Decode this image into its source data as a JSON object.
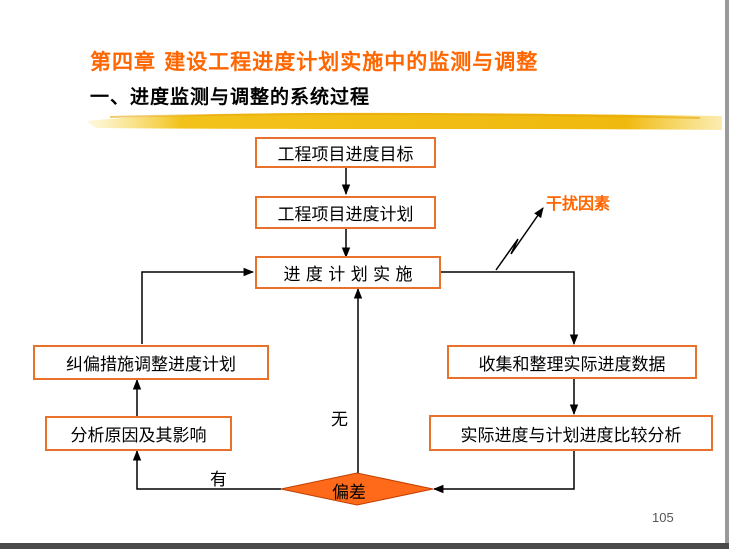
{
  "slide": {
    "title": "第四章 建设工程进度计划实施中的监测与调整",
    "subtitle": "一、进度监测与调整的系统过程",
    "page_number": "105"
  },
  "flowchart": {
    "nodes": {
      "goal": "工程项目进度目标",
      "plan": "工程项目进度计划",
      "implement": "进 度 计 划 实 施",
      "collect": "收集和整理实际进度数据",
      "compare": "实际进度与计划进度比较分析",
      "deviation": "偏差",
      "analyze": "分析原因及其影响",
      "correct": "纠偏措施调整进度计划"
    },
    "labels": {
      "interference": "干扰因素",
      "no": "无",
      "yes": "有"
    }
  },
  "colors": {
    "title": "#ff6600",
    "box_border": "#e8722c",
    "diamond_fill": "#ff6a1a",
    "brush": "#f2c21b"
  }
}
